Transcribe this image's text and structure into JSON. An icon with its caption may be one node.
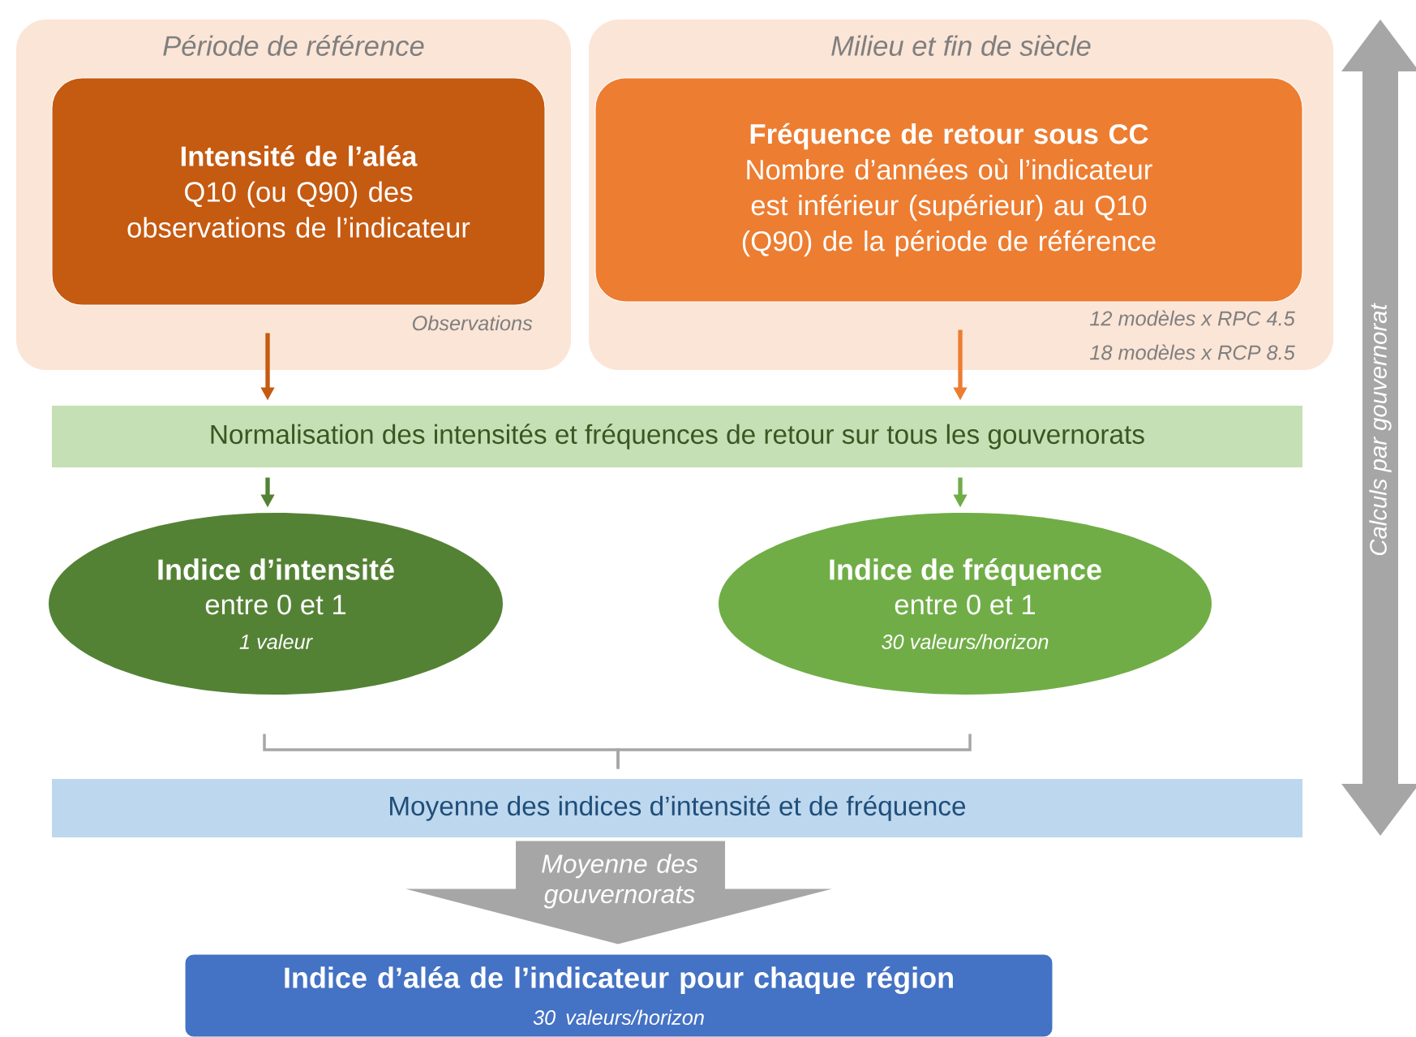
{
  "diagram": {
    "nodes": [
      {
        "text": [
          "Période de référence",
          "Observations"
        ]
      },
      {
        "text": [
          "Intensité de l’aléa",
          "Q10 (ou Q90) des observations de l’indicateur"
        ],
        "in": 0
      },
      {
        "text": [
          "Milieu et fin de siècle",
          "12 modèles x RPC 4.5",
          "18 modèles x RCP 8.5"
        ]
      },
      {
        "text": [
          "Fréquence de retour sous CC",
          "Nombre d’années où l’indicateur est inférieur (supérieur) au Q10 (Q90) de la période de référence"
        ],
        "in": 2
      },
      {
        "text": [
          "Normalisation des intensités et fréquences de retour sur tous les gouvernorats"
        ]
      },
      {
        "text": [
          "Indice d’intensité",
          "entre 0 et 1",
          "1 valeur"
        ]
      },
      {
        "text": [
          "Indice de fréquence",
          "entre 0 et 1",
          "30 valeurs/horizon"
        ]
      },
      {
        "text": [
          "Moyenne des indices d’intensité et de fréquence"
        ]
      },
      {
        "text": [
          "Indice d’aléa de l’indicateur pour chaque région",
          "30 valeurs/horizon"
        ]
      }
    ],
    "edges": [
      {
        "from": 1,
        "to": 4,
        "arrow": "to",
        "color": "#c55a11"
      },
      {
        "from": 3,
        "to": 4,
        "arrow": "to",
        "color": "#ed7d31"
      },
      {
        "from": 4,
        "to": 5,
        "arrow": "to",
        "color": "#548235"
      },
      {
        "from": 4,
        "to": 6,
        "arrow": "to",
        "color": "#70ad47"
      },
      {
        "from": 5,
        "to": 7,
        "arrow": "none",
        "color": "#a6a6a6"
      },
      {
        "from": 6,
        "to": 7,
        "arrow": "none",
        "color": "#a6a6a6"
      },
      {
        "from": 7,
        "to": 8,
        "arrow": "to",
        "style": "thick",
        "color": "#a6a6a6",
        "label": "Moyenne des gouvernorats"
      }
    ],
    "labels": [
      "Calculs par gouvernorat"
    ]
  }
}
